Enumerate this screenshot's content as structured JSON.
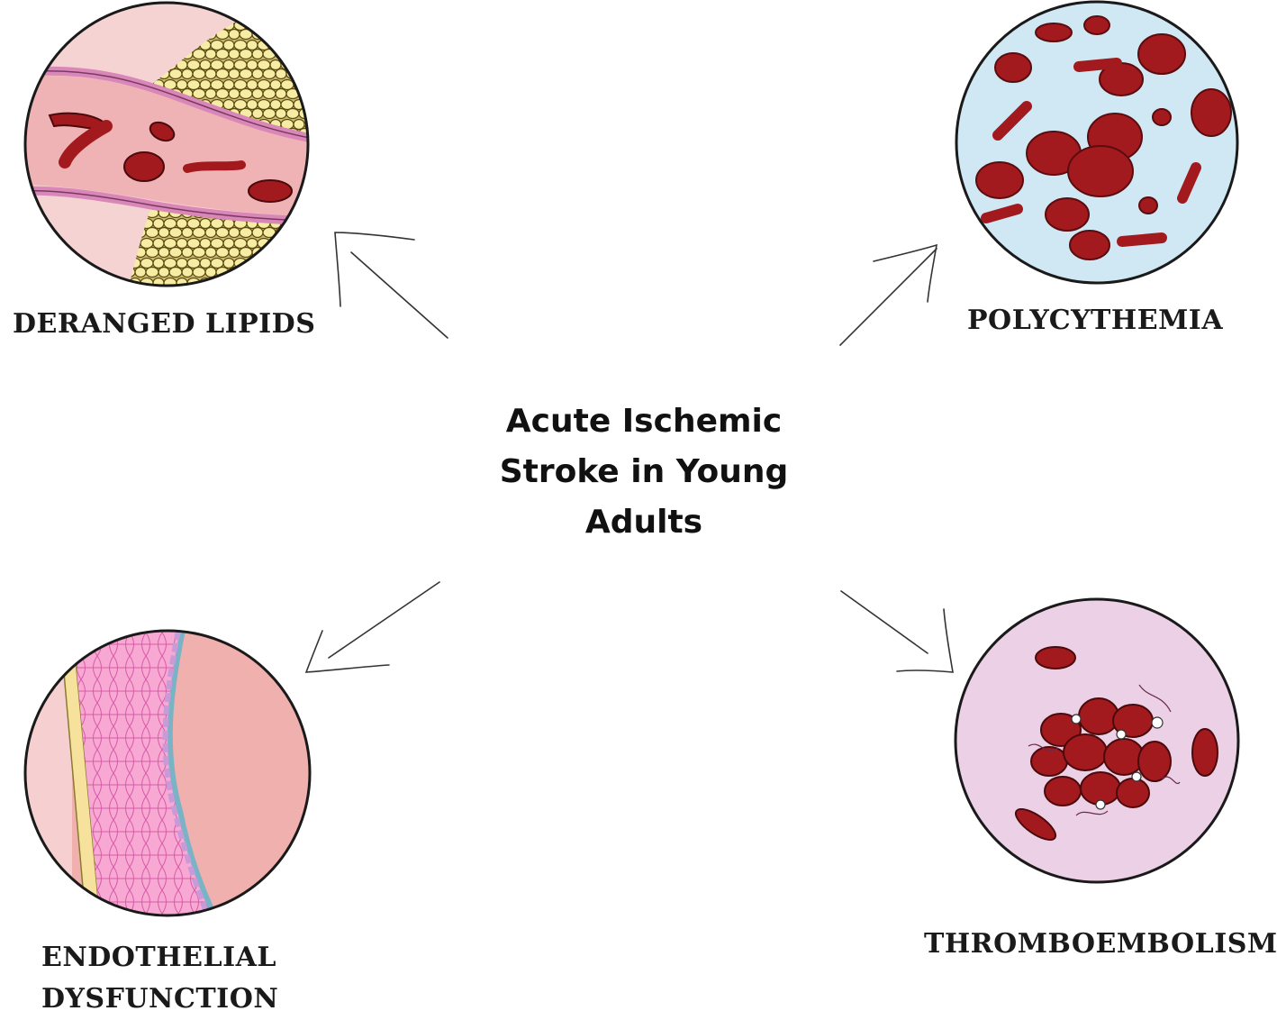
{
  "title_lines": [
    "Acute Ischemic",
    "Stroke in Young",
    "Adults"
  ],
  "factors": {
    "deranged_lipids": "DERANGED LIPIDS",
    "polycythemia": "POLYCYTHEMIA",
    "endothelial_lines": [
      "ENDOTHELIAL",
      "DYSFUNCTION"
    ],
    "thromboembolism": "THROMBOEMBOLISM"
  },
  "colors": {
    "rbc": "#a31a1e",
    "rbc_dark": "#6e0f12",
    "plaque": "#f4eba0",
    "vessel_wall": "#e8a8c8",
    "plasma_pink": "#f2c4c4",
    "polycythemia_bg": "#cfe8f3",
    "thrombo_bg": "#ecd0e6",
    "intima": "#f2b2b0",
    "media_pink": "#f4a6cf"
  }
}
